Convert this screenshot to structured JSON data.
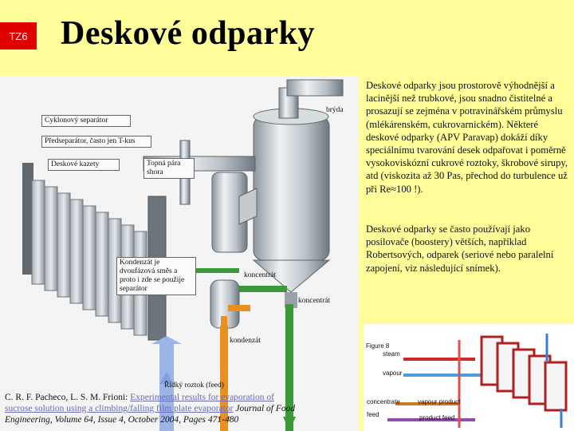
{
  "slide": {
    "tag": "TZ6",
    "title": "Deskové odparky"
  },
  "diagram_labels": {
    "bryda": "brýda",
    "cyclone": "Cyklonový separátor",
    "preseparator": "Předseparátor, často jen T-kus",
    "plates": "Deskové kazety",
    "steam": "Topná pára shora",
    "condensate_mix": "Kondenzát je dvoufázová směs a proto i zde se použije separátor",
    "concentrate1": "koncentrát",
    "concentrate2": "koncentrát",
    "condensate": "kondenzát",
    "feed": "Řídký roztok (feed)"
  },
  "text": {
    "paragraph1": "Deskové odparky jsou prostorově výhodnější a lacinější než trubkové, jsou snadno čistitelné a prosazují se zejména v potravinářském průmyslu (mlékárenském, cukrovarnickém). Některé deskové odparky (APV Paravap) dokáží díky speciálnímu tvarování desek odpařovat i poměrně vysokoviskózní cukrové roztoky, škrobové sirupy, atd (viskozita až 30 Pas, přechod do turbulence už při Re≈100 !).",
    "paragraph2": "Deskové odparky se často používají jako posilovače (boostery) větších, například Robertsových, odparek (seriové nebo paralelní zapojení, viz následující snímek)."
  },
  "citation": {
    "authors": "C. R. F. Pacheco, L. S. M. Frioni: ",
    "link": "Experimental results for evaporation of sucrose solution using a climbing/falling film plate evaporator",
    "rest": " Journal of Food Engineering, Volume 64, Issue 4, October 2004, Pages 471-480"
  },
  "figure": {
    "caption": "Figure 8",
    "steam": "steam",
    "vapour": "vapour",
    "concentrate": "concentrate",
    "feed": "feed",
    "vapour_out": "vapour product",
    "product_feed": "product feed"
  }
}
